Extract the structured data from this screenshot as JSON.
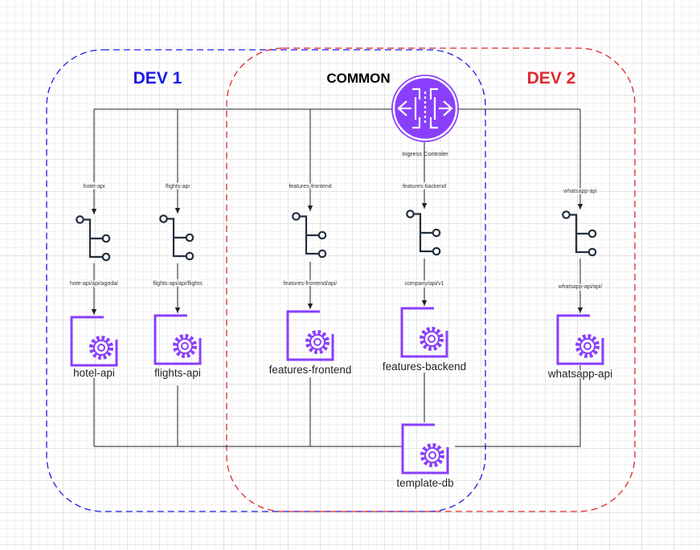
{
  "colors": {
    "dev1": "#1a1ae6",
    "dev2": "#e0282e",
    "common": "#000000",
    "accent": "#8a3ffc",
    "line": "#222222"
  },
  "zones": {
    "dev1": "DEV 1",
    "common": "COMMON",
    "dev2": "DEV 2"
  },
  "ingress": {
    "label": "Ingress Controler",
    "icon": "ingress-controller-icon"
  },
  "routes": [
    {
      "id": "hotel",
      "route_label": "hotel-api",
      "path_label": "hote-api/api/agoda/",
      "service_label": "hotel-api"
    },
    {
      "id": "flights",
      "route_label": "flights-api",
      "path_label": "flights-api/api/flights",
      "service_label": "flights-api"
    },
    {
      "id": "features-frontend",
      "route_label": "features-frontend",
      "path_label": "features-frontend/api/",
      "service_label": "features-frontend"
    },
    {
      "id": "features-backend",
      "route_label": "features-backend",
      "path_label": "company/api/v1",
      "service_label": "features-backend"
    },
    {
      "id": "whatsapp",
      "route_label": "whatsapp-api",
      "path_label": "whatsapp-api/api/",
      "service_label": "whatsapp-api"
    }
  ],
  "database": {
    "label": "template-db",
    "icon": "database-service-icon"
  },
  "icons": {
    "router": "router-branch-icon",
    "service": "service-gear-icon"
  }
}
